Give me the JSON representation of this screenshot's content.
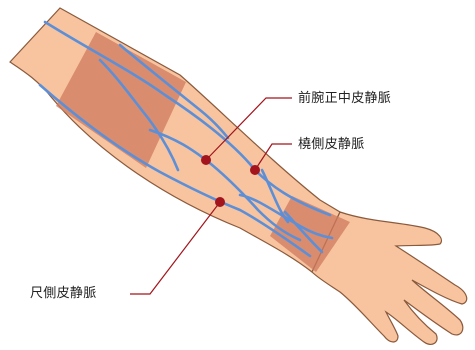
{
  "labels": {
    "median_antebrachial_vein": "前腕正中皮静脈",
    "radial_cutaneous_vein": "橈側皮静脈",
    "ulnar_cutaneous_vein": "尺側皮静脈"
  },
  "colors": {
    "skin": "#f8c4a0",
    "skin_outline": "#8a5a3c",
    "joint_shading": "#cf7a5e",
    "vein": "#5d8fd6",
    "marker": "#a3141c",
    "leader_line": "#a3141c"
  }
}
